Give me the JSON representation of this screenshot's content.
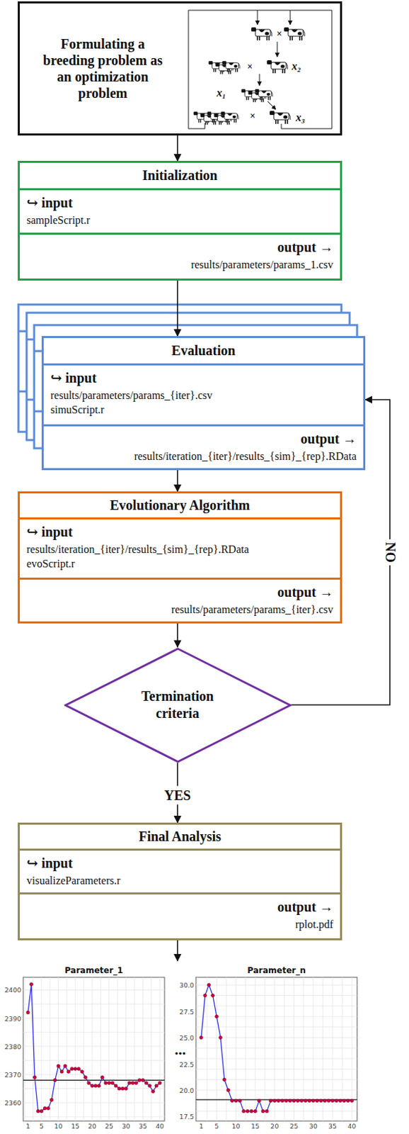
{
  "diagram": {
    "nodes": [
      {
        "text": [
          "Formulating a breeding problem as an optimization problem"
        ]
      },
      {
        "text": [
          "Initialization",
          "↪ input",
          "sampleScript.r",
          "output →",
          "results/parameters/params_1.csv"
        ]
      },
      {
        "text": [
          "Evaluation",
          "↪ input",
          "results/parameters/params_{iter}.csv",
          "simuScript.r",
          "output →",
          "results/iteration_{iter}/results_{sim}_{rep}.RData"
        ]
      },
      {
        "text": [
          "Evolutionary Algorithm",
          "↪ input",
          "results/iteration_{iter}/results_{sim}_{rep}.RData",
          "evoScript.r",
          "output →",
          "results/parameters/params_{iter}.csv"
        ]
      },
      {
        "text": [
          "Termination criteria"
        ]
      },
      {
        "text": [
          "Final Analysis",
          "↪ input",
          "visualizeParameters.r",
          "output →",
          "rplot.pdf"
        ]
      }
    ],
    "edges": [
      {
        "from": 0,
        "to": 1,
        "arrow": "to"
      },
      {
        "from": 1,
        "to": 2,
        "arrow": "to"
      },
      {
        "from": 2,
        "to": 3,
        "arrow": "to"
      },
      {
        "from": 3,
        "to": 4,
        "arrow": "to"
      },
      {
        "from": 4,
        "to": 2,
        "label": "NO",
        "arrow": "to"
      },
      {
        "from": 4,
        "to": 5,
        "label": "YES",
        "arrow": "to"
      }
    ],
    "labels": [
      "x₂",
      "x₁",
      "x₃",
      "×",
      "×",
      "×",
      "Parameter_1",
      "2400",
      "2390",
      "2380",
      "2370",
      "2360",
      "1",
      "5",
      "10",
      "15",
      "20",
      "25",
      "30",
      "35",
      "40",
      "...",
      "Parameter_n",
      "30.0",
      "27.5",
      "25.0",
      "22.5",
      "20.0",
      "17.5",
      "1",
      "5",
      "10",
      "15",
      "20",
      "25",
      "30",
      "35",
      "40"
    ]
  }
}
